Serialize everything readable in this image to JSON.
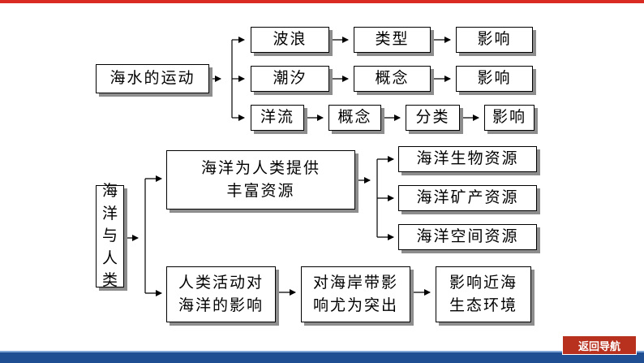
{
  "motion": {
    "root": "海水的运动",
    "waves": [
      "波浪",
      "类型",
      "影响"
    ],
    "tides": [
      "潮汐",
      "概念",
      "影响"
    ],
    "currents": [
      "洋流",
      "概念",
      "分类",
      "影响"
    ]
  },
  "ocean_humans": {
    "root": [
      "海",
      "洋",
      "与",
      "人",
      "类"
    ],
    "resources": {
      "title_lines": [
        "海洋为人类提供",
        "丰富资源"
      ],
      "items": [
        "海洋生物资源",
        "海洋矿产资源",
        "海洋空间资源"
      ]
    },
    "impact": {
      "activity_lines": [
        "人类活动对",
        "海洋的影响"
      ],
      "coast_lines": [
        "对海岸带影",
        "响尤为突出"
      ],
      "environment_lines": [
        "影响近海",
        "生态环境"
      ]
    }
  },
  "nav": {
    "back_label": "返回导航"
  },
  "colors": {
    "top_bar": "#d92b21",
    "bottom_bar": "#1f4e93",
    "nav_button": "#b8301e"
  }
}
